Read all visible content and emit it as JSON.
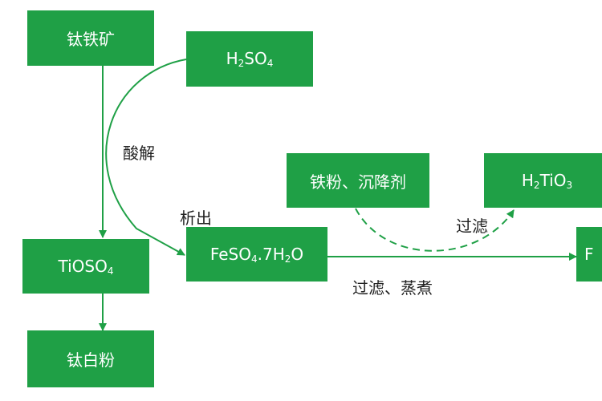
{
  "colors": {
    "box": "#1fa046",
    "line": "#1fa046",
    "text_on_box": "#ffffff",
    "label_text": "#222222"
  },
  "nodes": {
    "ilmenite": "钛铁矿",
    "h2so4": {
      "base": "H",
      "sub1": "2",
      "mid": "SO",
      "sub2": "4"
    },
    "tioso4": {
      "base": "TiOSO",
      "sub": "4"
    },
    "titanium_white": "钛白粉",
    "feso4": {
      "base": "FeSO",
      "sub1": "4",
      "mid": ".7H",
      "sub2": "2",
      "end": "O"
    },
    "iron_powder": "铁粉、沉降剂",
    "h2tio3": {
      "base": "H",
      "sub1": "2",
      "mid": "TiO",
      "sub2": "3"
    },
    "right_edge": "F"
  },
  "labels": {
    "acid_hydrolysis": "酸解",
    "precipitate": "析出",
    "filter_top": "过滤",
    "filter_evaporate": "过滤、蒸煮"
  }
}
